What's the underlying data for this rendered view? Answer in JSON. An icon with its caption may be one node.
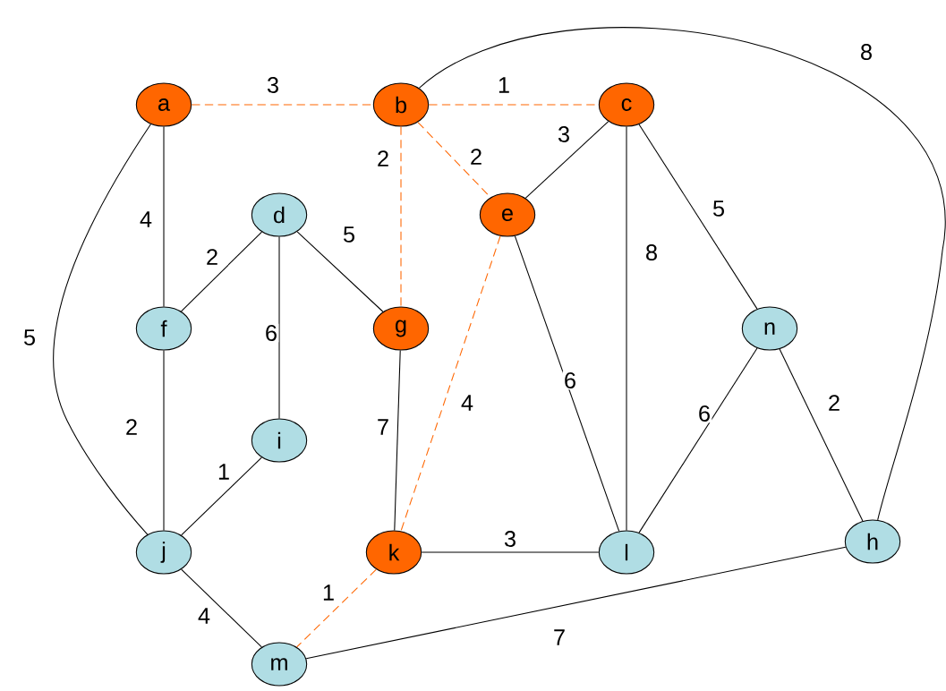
{
  "diagram": {
    "nodes": [
      {
        "text": [
          "a"
        ]
      },
      {
        "text": [
          "b"
        ]
      },
      {
        "text": [
          "c"
        ]
      },
      {
        "text": [
          "d"
        ]
      },
      {
        "text": [
          "e"
        ]
      },
      {
        "text": [
          "f"
        ]
      },
      {
        "text": [
          "g"
        ]
      },
      {
        "text": [
          "n"
        ]
      },
      {
        "text": [
          "i"
        ]
      },
      {
        "text": [
          "j"
        ]
      },
      {
        "text": [
          "k"
        ]
      },
      {
        "text": [
          "l"
        ]
      },
      {
        "text": [
          "h"
        ]
      },
      {
        "text": [
          "m"
        ]
      }
    ],
    "edges": [
      {
        "from": 0,
        "to": 1,
        "arrow": "none",
        "label": "3",
        "style": "dashed",
        "color": "#ff6600"
      },
      {
        "from": 1,
        "to": 2,
        "arrow": "none",
        "label": "1",
        "style": "dashed",
        "color": "#ff6600"
      },
      {
        "from": 1,
        "to": 12,
        "arrow": "none",
        "label": "8"
      },
      {
        "from": 0,
        "to": 5,
        "arrow": "none",
        "label": "4"
      },
      {
        "from": 0,
        "to": 9,
        "arrow": "none",
        "label": "5"
      },
      {
        "from": 1,
        "to": 6,
        "arrow": "none",
        "label": "2",
        "style": "dashed",
        "color": "#ff6600"
      },
      {
        "from": 1,
        "to": 4,
        "arrow": "none",
        "label": "2",
        "style": "dashed",
        "color": "#ff6600"
      },
      {
        "from": 2,
        "to": 4,
        "arrow": "none",
        "label": "3"
      },
      {
        "from": 2,
        "to": 11,
        "arrow": "none",
        "label": "8"
      },
      {
        "from": 2,
        "to": 7,
        "arrow": "none",
        "label": "5"
      },
      {
        "from": 3,
        "to": 5,
        "arrow": "none",
        "label": "2"
      },
      {
        "from": 3,
        "to": 6,
        "arrow": "none",
        "label": "5"
      },
      {
        "from": 3,
        "to": 8,
        "arrow": "none",
        "label": "6"
      },
      {
        "from": 5,
        "to": 9,
        "arrow": "none",
        "label": "2"
      },
      {
        "from": 8,
        "to": 9,
        "arrow": "none",
        "label": "1"
      },
      {
        "from": 6,
        "to": 10,
        "arrow": "none",
        "label": "7"
      },
      {
        "from": 4,
        "to": 10,
        "arrow": "none",
        "label": "4",
        "style": "dashed",
        "color": "#ff6600"
      },
      {
        "from": 4,
        "to": 11,
        "arrow": "none",
        "label": "6"
      },
      {
        "from": 7,
        "to": 11,
        "arrow": "none",
        "label": "6"
      },
      {
        "from": 7,
        "to": 12,
        "arrow": "none",
        "label": "2"
      },
      {
        "from": 10,
        "to": 11,
        "arrow": "none",
        "label": "3"
      },
      {
        "from": 9,
        "to": 13,
        "arrow": "none",
        "label": "4"
      },
      {
        "from": 10,
        "to": 13,
        "arrow": "none",
        "label": "1",
        "style": "dashed",
        "color": "#ff6600"
      },
      {
        "from": 13,
        "to": 12,
        "arrow": "none",
        "label": "7"
      }
    ]
  }
}
